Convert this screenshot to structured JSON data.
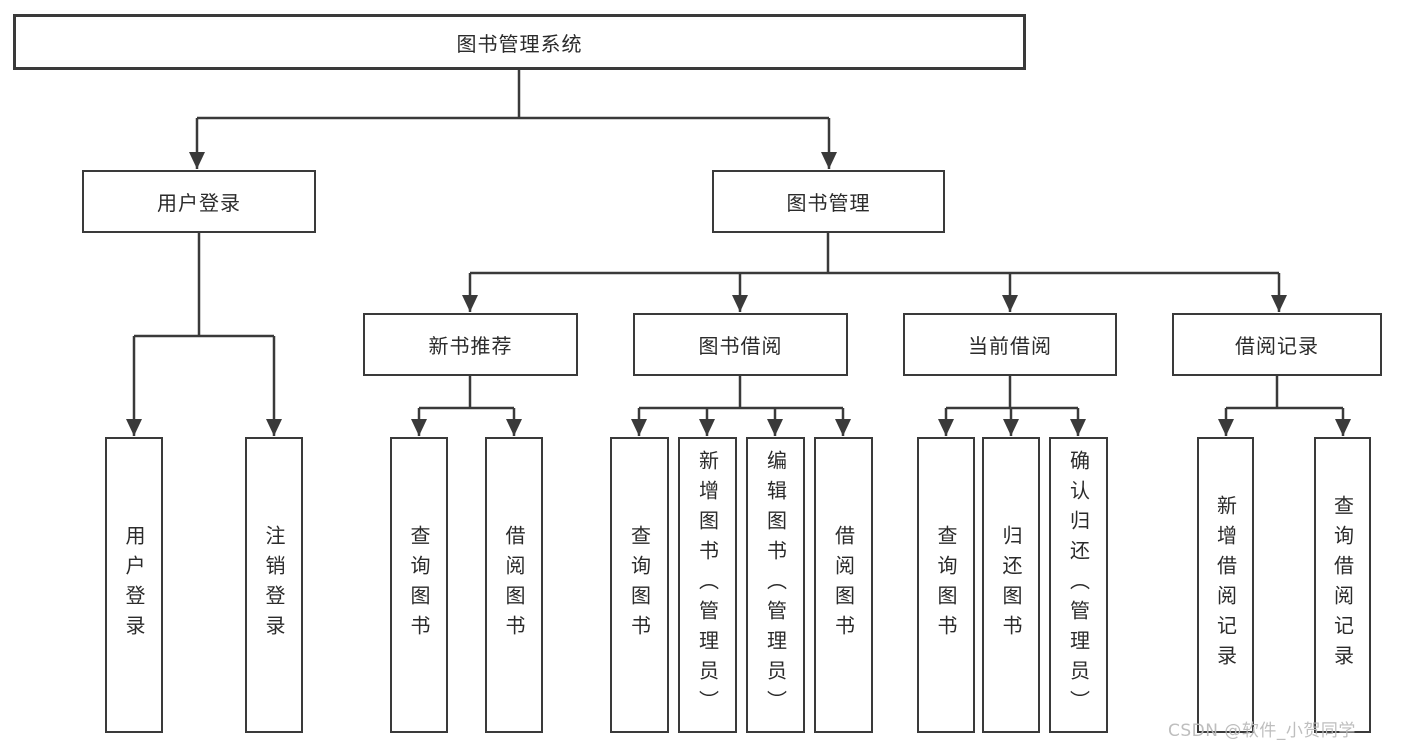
{
  "diagram": {
    "root": {
      "label": "图书管理系统"
    },
    "branches": [
      {
        "label": "用户登录",
        "children": [
          {
            "label": "用户登录"
          },
          {
            "label": "注销登录"
          }
        ]
      },
      {
        "label": "图书管理",
        "children": [
          {
            "label": "新书推荐",
            "children": [
              {
                "label": "查询图书"
              },
              {
                "label": "借阅图书"
              }
            ]
          },
          {
            "label": "图书借阅",
            "children": [
              {
                "label": "查询图书"
              },
              {
                "label": "新增图书（管理员）"
              },
              {
                "label": "编辑图书（管理员）"
              },
              {
                "label": "借阅图书"
              }
            ]
          },
          {
            "label": "当前借阅",
            "children": [
              {
                "label": "查询图书"
              },
              {
                "label": "归还图书"
              },
              {
                "label": "确认归还（管理员）"
              }
            ]
          },
          {
            "label": "借阅记录",
            "children": [
              {
                "label": "新增借阅记录"
              },
              {
                "label": "查询借阅记录"
              }
            ]
          }
        ]
      }
    ],
    "colors": {
      "line": "#3a3a3a",
      "text": "#2b2b2b",
      "box_background": "#ffffff",
      "watermark": "#bababa"
    }
  },
  "watermark": {
    "text": "CSDN @软件_小贺同学"
  }
}
